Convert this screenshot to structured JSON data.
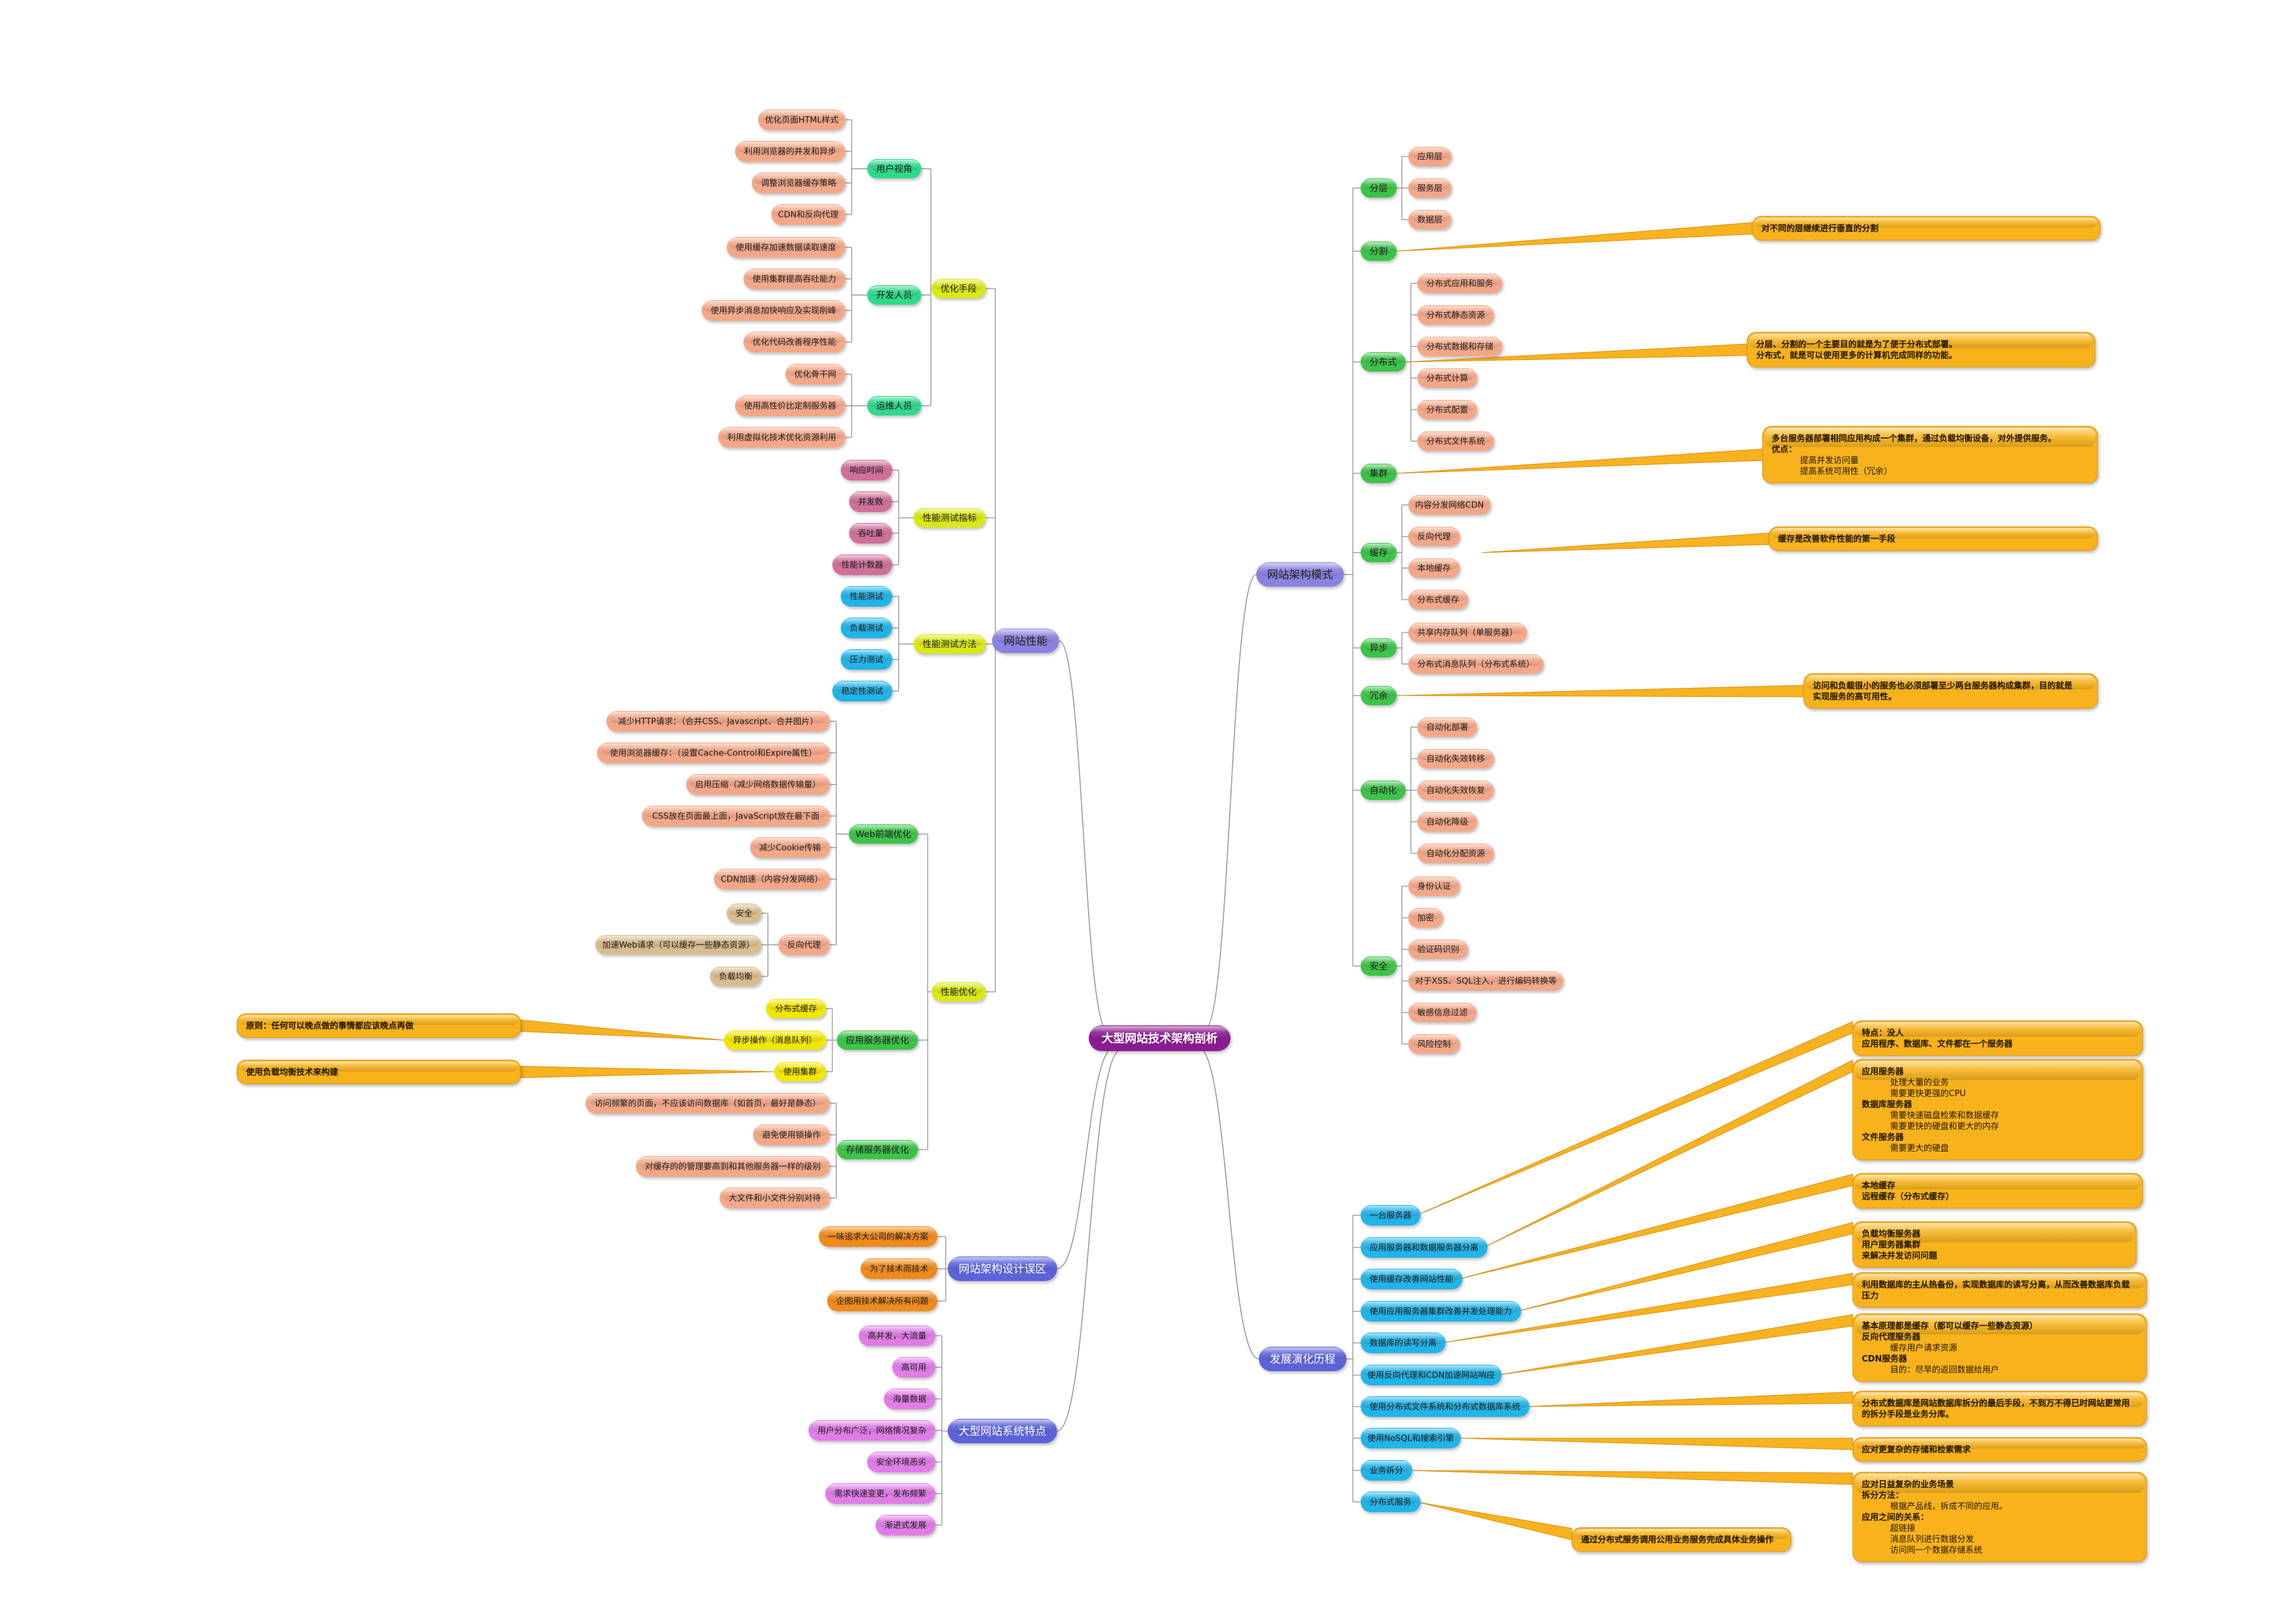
{
  "root": {
    "label": "大型网站技术架构剖析",
    "color": "#8a1f91"
  },
  "colors": {
    "branch_blue": "#5b63d8",
    "branch_purple": "#8a82e0",
    "green": "#3ec34a",
    "cyan": "#22b4e8",
    "lime": "#d9e817",
    "salmon": "#f3a788",
    "pink": "#d0709a",
    "tan": "#d8bc8e",
    "yellow": "#f2e600",
    "orange": "#f08a1a",
    "lavender": "#e07ce6",
    "callout": "#f7b21f",
    "line": "#9a9a9a"
  },
  "performance": {
    "label": "网站性能",
    "optimize": {
      "label": "优化手段",
      "user": {
        "label": "用户视角",
        "items": [
          "优化页面HTML样式",
          "利用浏览器的并发和异步",
          "调整浏览器缓存策略",
          "CDN和反向代理"
        ]
      },
      "dev": {
        "label": "开发人员",
        "items": [
          "使用缓存加速数据读取速度",
          "使用集群提高吞吐能力",
          "使用异步消息加快响应及实现削峰",
          "优化代码改善程序性能"
        ]
      },
      "ops": {
        "label": "运维人员",
        "items": [
          "优化骨干网",
          "使用高性价比定制服务器",
          "利用虚拟化技术优化资源利用"
        ]
      }
    },
    "metrics": {
      "label": "性能测试指标",
      "items": [
        "响应时间",
        "并发数",
        "吞吐量",
        "性能计数器"
      ]
    },
    "methods": {
      "label": "性能测试方法",
      "items": [
        "性能测试",
        "负载测试",
        "压力测试",
        "稳定性测试"
      ]
    },
    "tuning": {
      "label": "性能优化",
      "web": {
        "label": "Web前端优化",
        "items": [
          "减少HTTP请求：（合并CSS、Javascript、合并图片）",
          "使用浏览器缓存：（设置Cache-Control和Expire属性）",
          "启用压缩（减少网络数据传输量）",
          "CSS放在页面最上面，JavaScript放在最下面",
          "减少Cookie传输",
          "CDN加速（内容分发网络）"
        ],
        "proxy": {
          "label": "反向代理",
          "items": [
            "安全",
            "加速Web请求（可以缓存一些静态资源）",
            "负载均衡"
          ]
        }
      },
      "app": {
        "label": "应用服务器优化",
        "cache": "分布式缓存",
        "async": "异步操作（消息队列）",
        "cluster": "使用集群",
        "async_note": "原则：任何可以晚点做的事情都应该晚点再做",
        "cluster_note": "使用负载均衡技术来构建"
      },
      "storage": {
        "label": "存储服务器优化",
        "items": [
          "访问频繁的页面，不应该访问数据库（如首页，最好是静态）",
          "避免使用锁操作",
          "对缓存的的管理要高到和其他服务器一样的级别",
          "大文件和小文件分别对待"
        ]
      }
    }
  },
  "design": {
    "label": "网站架构设计误区",
    "items": [
      "一味追求大公司的解决方案",
      "为了技术而技术",
      "企图用技术解决所有问题"
    ]
  },
  "features": {
    "label": "大型网站系统特点",
    "items": [
      "高并发，大流量",
      "高可用",
      "海量数据",
      "用户分布广泛，网络情况复杂",
      "安全环境恶劣",
      "需求快速变更，发布频繁",
      "渐进式发展"
    ]
  },
  "patterns": {
    "label": "网站架构模式",
    "layer": {
      "label": "分层",
      "items": [
        "应用层",
        "服务层",
        "数据层"
      ]
    },
    "split": {
      "label": "分割",
      "note": "对不同的层继续进行垂直的分割"
    },
    "dist": {
      "label": "分布式",
      "items": [
        "分布式应用和服务",
        "分布式静态资源",
        "分布式数据和存储",
        "分布式计算",
        "分布式配置",
        "分布式文件系统"
      ],
      "note": [
        "分层、分割的一个主要目的就是为了便于分布式部署。",
        "分布式，就是可以使用更多的计算机完成同样的功能。"
      ]
    },
    "cluster": {
      "label": "集群",
      "note": [
        "多台服务器部署相同应用构成一个集群，通过负载均衡设备，对外提供服务。",
        "优点：",
        "提高并发访问量",
        "提高系统可用性（冗余）"
      ]
    },
    "cache": {
      "label": "缓存",
      "items": [
        "内容分发网络CDN",
        "反向代理",
        "本地缓存",
        "分布式缓存"
      ],
      "note": "缓存是改善软件性能的第一手段"
    },
    "async": {
      "label": "异步",
      "items": [
        "共享内存队列（单服务器）",
        "分布式消息队列（分布式系统）"
      ]
    },
    "redundant": {
      "label": "冗余",
      "note": [
        "访问和负载很小的服务也必须部署至少两台服务器构成集群，目的就是",
        "实现服务的高可用性。"
      ]
    },
    "auto": {
      "label": "自动化",
      "items": [
        "自动化部署",
        "自动化失效转移",
        "自动化失效恢复",
        "自动化降级",
        "自动化分配资源"
      ]
    },
    "security": {
      "label": "安全",
      "items": [
        "身份认证",
        "加密",
        "验证码识别",
        "对于XSS、SQL注入，进行编码转换等",
        "敏感信息过滤",
        "风险控制"
      ]
    }
  },
  "evolution": {
    "label": "发展演化历程",
    "stages": [
      {
        "label": "一台服务器",
        "note": [
          "特点：没人",
          "应用程序、数据库、文件都在一个服务器"
        ]
      },
      {
        "label": "应用服务器和数据服务器分离",
        "note": [
          "应用服务器",
          "处理大量的业务",
          "需要更快更强的CPU",
          "数据库服务器",
          "需要快速磁盘检索和数据缓存",
          "需要更快的硬盘和更大的内存",
          "文件服务器",
          "需要更大的硬盘"
        ]
      },
      {
        "label": "使用缓存改善网站性能",
        "note": [
          "本地缓存",
          "远程缓存（分布式缓存）"
        ]
      },
      {
        "label": "使用应用服务器集群改善并发处理能力",
        "note": [
          "负载均衡服务器",
          "用户服务器集群",
          "来解决并发访问问题"
        ]
      },
      {
        "label": "数据库的读写分离",
        "note": [
          "利用数据库的主从热备份，实现数据库的读写分离，从而改善数据库负载",
          "压力"
        ]
      },
      {
        "label": "使用反向代理和CDN加速网站响应",
        "note": [
          "基本原理都是缓存（都可以缓存一些静态资源）",
          "反向代理服务器",
          "缓存用户请求资源",
          "CDN服务器",
          "目的：尽早的返回数据给用户"
        ]
      },
      {
        "label": "使用分布式文件系统和分布式数据库系统",
        "note": [
          "分布式数据库是网站数据库拆分的最后手段，不到万不得已时网站更常用",
          "的拆分手段是业务分库。"
        ]
      },
      {
        "label": "使用NoSQL和搜索引擎",
        "note": [
          "应对更复杂的存储和检索需求"
        ]
      },
      {
        "label": "业务拆分",
        "note": [
          "应对日益复杂的业务场景",
          "拆分方法：",
          "根据产品线，拆成不同的应用。",
          "应用之间的关系：",
          "超链接",
          "消息队列进行数据分发",
          "访问同一个数据存储系统"
        ]
      },
      {
        "label": "分布式服务",
        "note": [
          "通过分布式服务调用公用业务服务完成具体业务操作"
        ]
      }
    ]
  }
}
